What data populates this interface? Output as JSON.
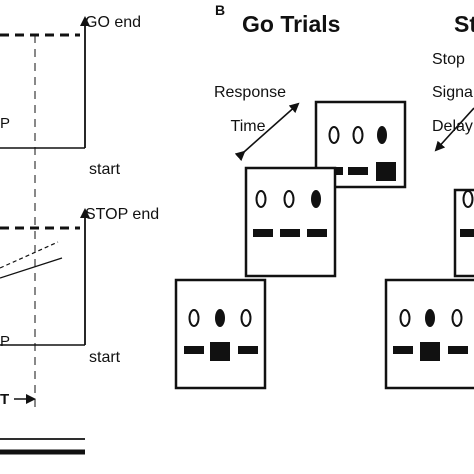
{
  "panel_a": {
    "go_end": "GO end",
    "go_start": "start",
    "go_cut_label": "P",
    "stop_end": "STOP end",
    "stop_start": "start",
    "stop_cut_label": "P",
    "ssrt_cut_label": "T"
  },
  "panel_b": {
    "letter": "B",
    "title": "Go Trials",
    "arrow_label_line1": "Response",
    "arrow_label_line2": "Time"
  },
  "panel_c": {
    "title_cut": "St",
    "label_line1": "Stop",
    "label_line2": "Signa",
    "label_line3": "Delay"
  },
  "colors": {
    "ink": "#111111",
    "background": "#ffffff"
  }
}
